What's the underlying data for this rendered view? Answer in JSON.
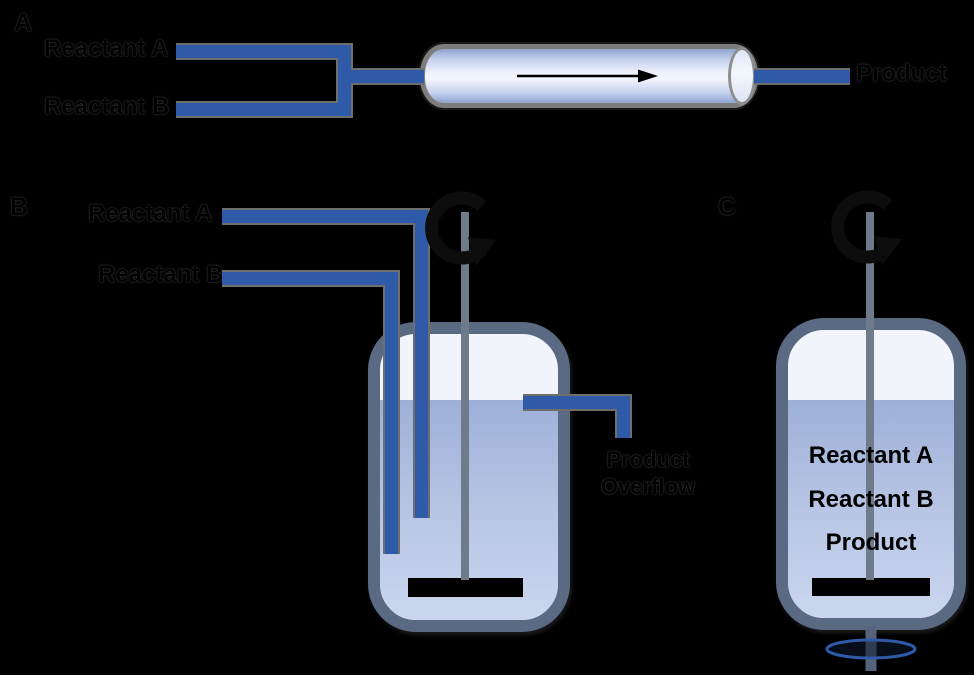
{
  "sections": {
    "pfr": {
      "label": "A",
      "inlets": [
        "Reactant A",
        "Reactant B"
      ],
      "outlet": "Product"
    },
    "cstr": {
      "label": "B",
      "inlets": [
        "Reactant A",
        "Reactant B"
      ],
      "outlet_lines": [
        "Product",
        "Overflow"
      ]
    },
    "batch": {
      "label": "C",
      "contents": [
        "Reactant A",
        "Reactant B",
        "Product"
      ]
    }
  },
  "icons": {
    "flow_arrow": "flow-arrow-icon",
    "stirrer_motor": "stirrer-motor-icon",
    "valve": "valve-icon"
  },
  "colors": {
    "background": "#000000",
    "pipe_blue": "#2e5aa8",
    "pipe_outline": "#6e6e6e",
    "vessel_border": "#5a6a82",
    "tube_border": "#7d7d7d",
    "liquid_top": "#9db0d8",
    "liquid_bottom": "#cbd6ee",
    "vessel_interior": "#f1f4fb",
    "impeller": "#000000",
    "text": "#000000"
  }
}
